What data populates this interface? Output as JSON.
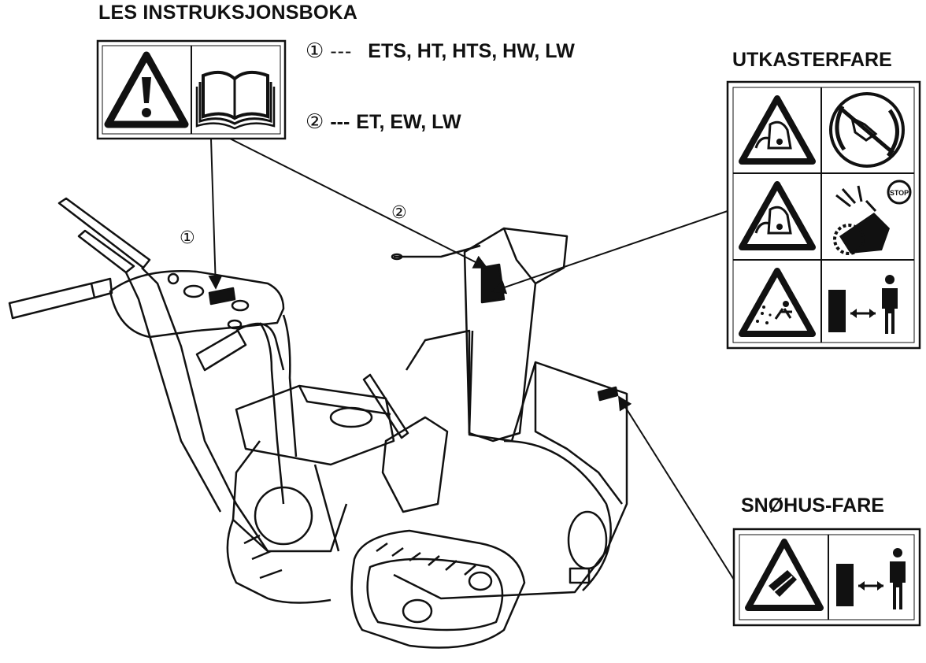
{
  "labels": {
    "manual_title": "LES INSTRUKSJONSBOKA",
    "discharge_title": "UTKASTERFARE",
    "housing_title": "SNØHUS-FARE"
  },
  "legend": [
    {
      "marker": "①",
      "separator": "---",
      "models": "ETS, HT, HTS, HW, LW"
    },
    {
      "marker": "②",
      "separator": "---",
      "models": "ET, EW, LW"
    }
  ],
  "callouts": {
    "one": "①",
    "two": "②"
  },
  "icons": {
    "manual_panel": [
      "warning-triangle-icon",
      "open-book-icon"
    ],
    "discharge_panel": [
      [
        "hand-in-chute-warning-icon",
        "keep-hands-out-icon"
      ],
      [
        "hand-in-chute-warning-icon",
        "stop-engine-before-clearing-icon"
      ],
      [
        "thrown-objects-warning-icon",
        "keep-distance-icon"
      ]
    ],
    "housing_panel": [
      "auger-warning-icon",
      "keep-distance-icon"
    ]
  },
  "colors": {
    "ink": "#111111",
    "paper": "#ffffff"
  }
}
